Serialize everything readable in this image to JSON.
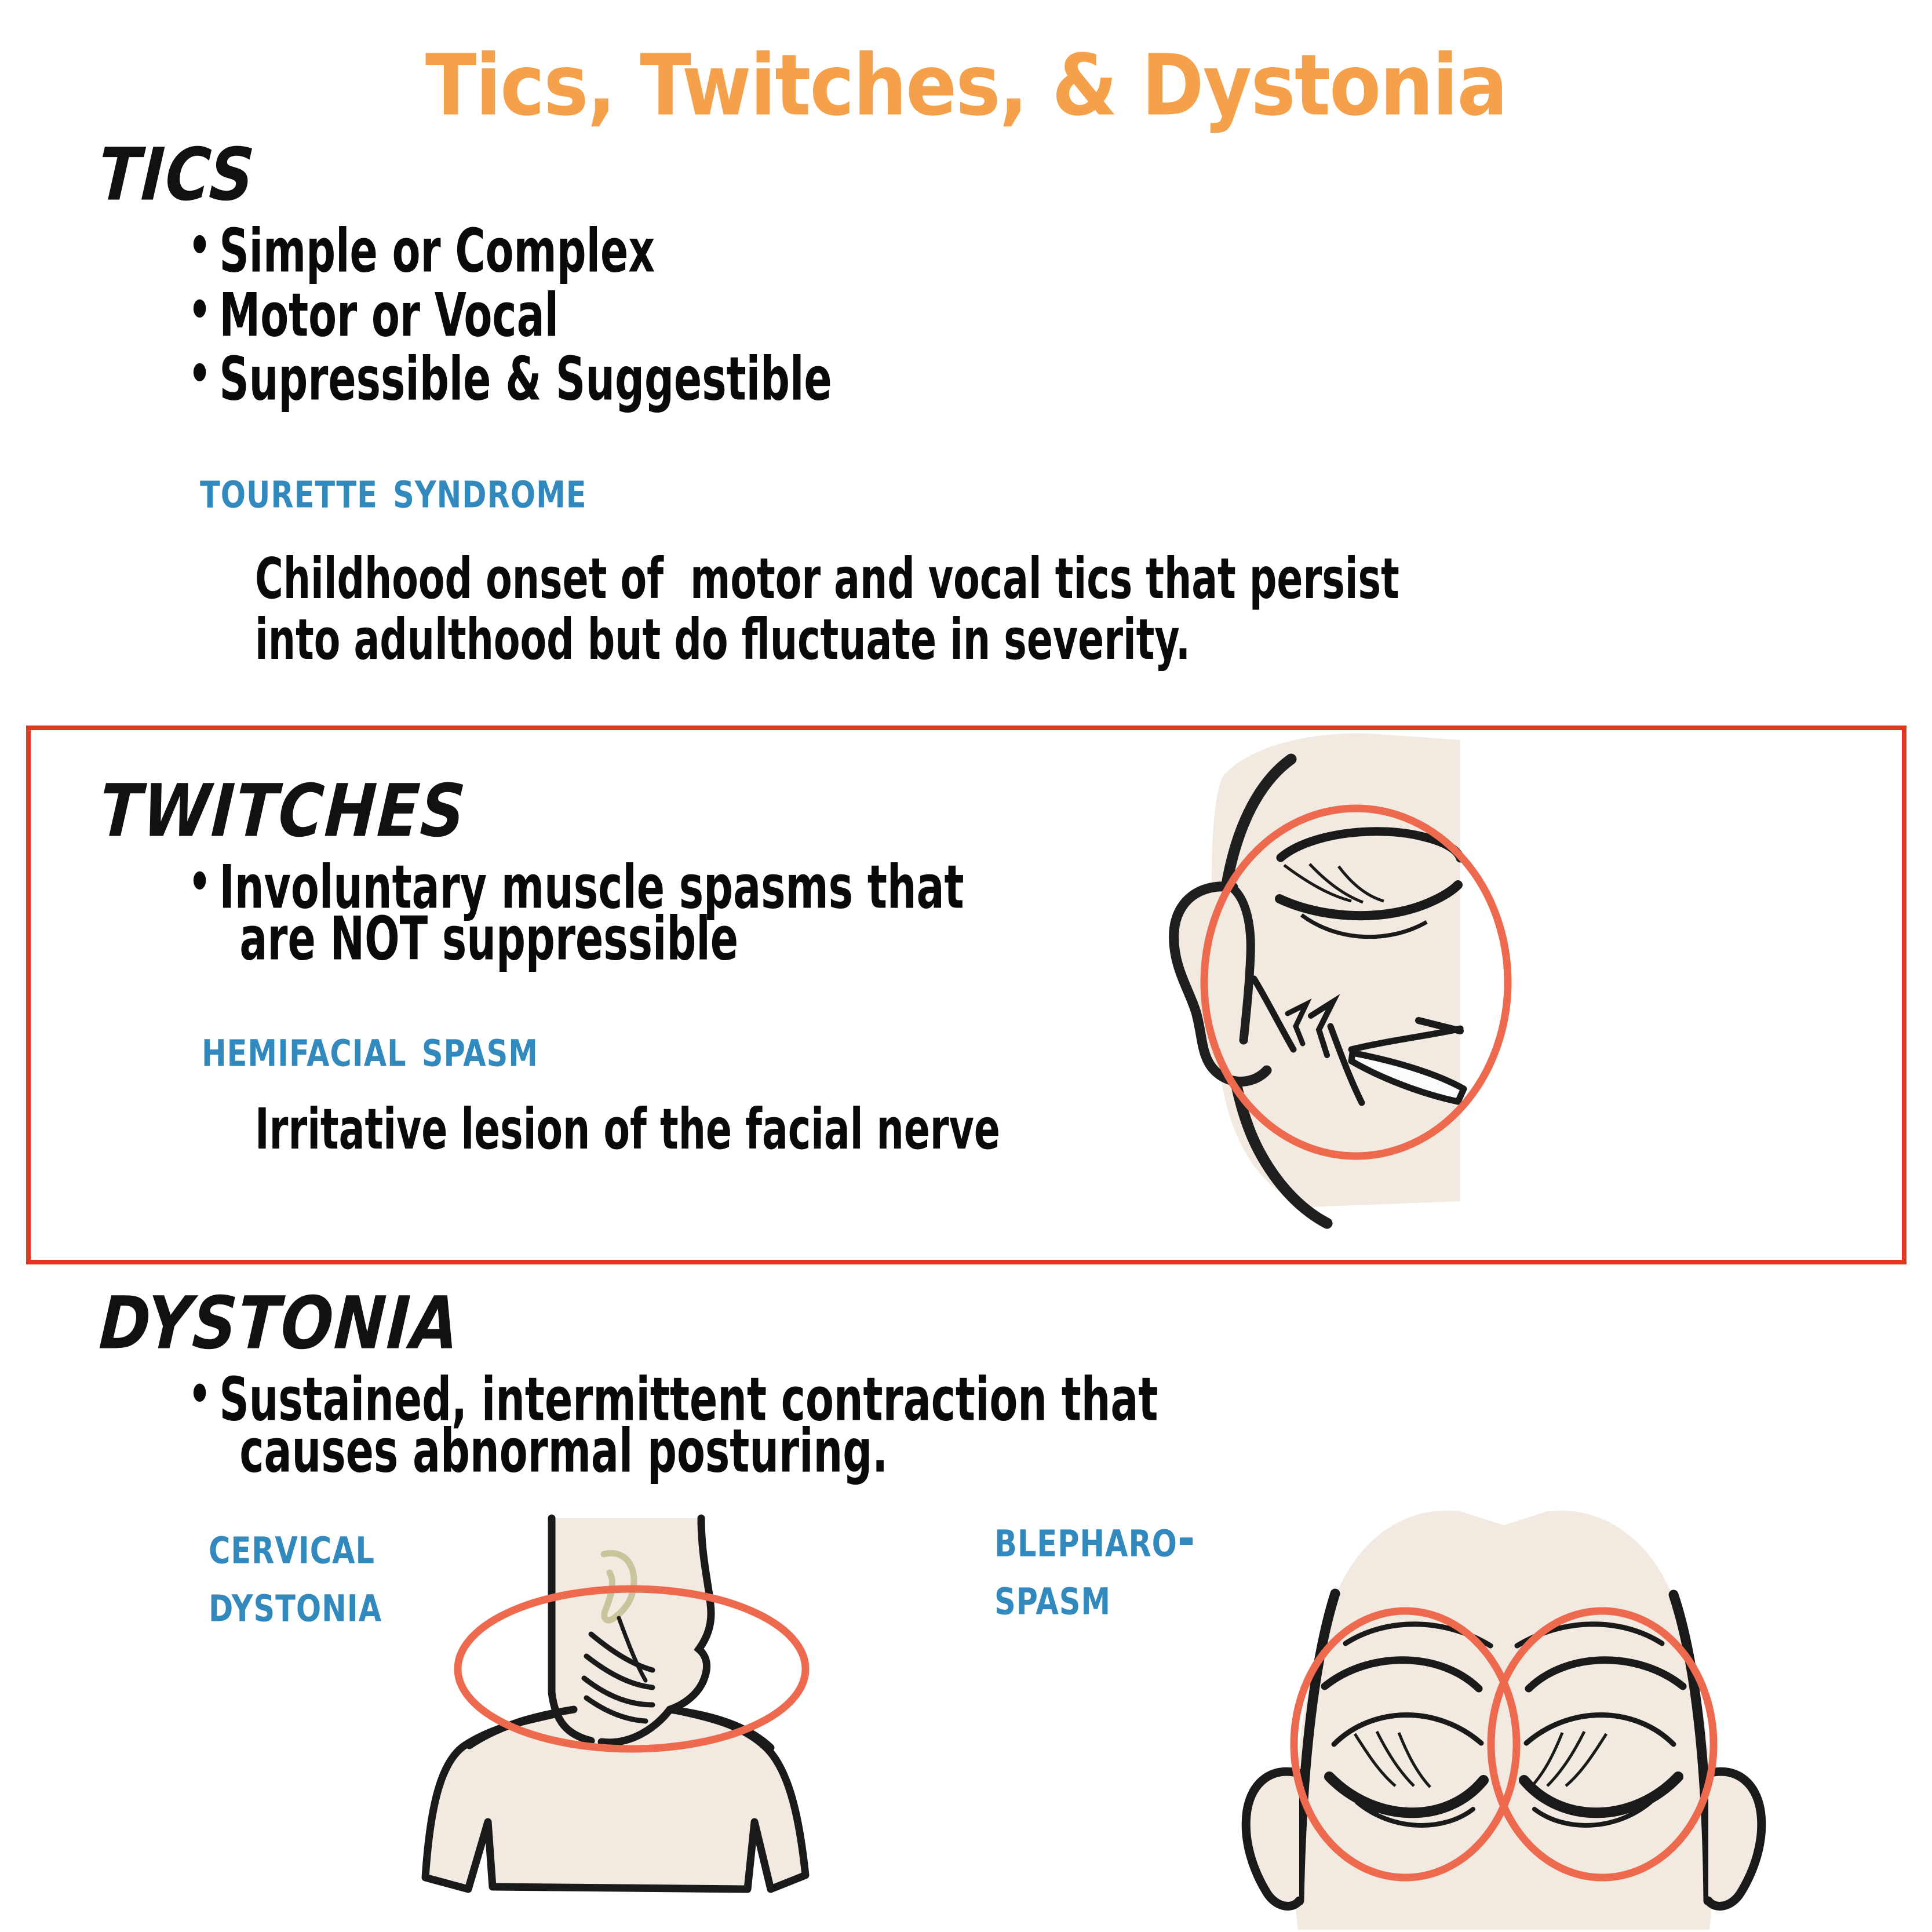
{
  "title": "Tics, Twitches, & Dystonia",
  "colors": {
    "title_orange": "#F5A04A",
    "heading_blue": "#3289BD",
    "box_red": "#DC3A20",
    "circle_coral": "#EE6A4E",
    "skin": "#F2EAE0",
    "ink": "#1A1A1A",
    "ear_inner": "#C9C49B"
  },
  "sections": {
    "tics": {
      "heading": "TICS",
      "bullets": [
        "Simple or Complex",
        "Motor or Vocal",
        "Supressible & Suggestible"
      ],
      "subheading": "Tourette syndrome",
      "body_lines": [
        "Childhood onset of  motor and vocal tics that persist",
        "into adulthood but do fluctuate in severity."
      ]
    },
    "twitches": {
      "heading": "TWITCHES",
      "bullets": [
        "Involuntary muscle spasms that",
        "are NOT suppressible"
      ],
      "subheading": "Hemifacial spasm",
      "body_lines": [
        "Irritative lesion of the facial nerve"
      ],
      "illustration_name": "hemifacial-spasm-face"
    },
    "dystonia": {
      "heading": "DYSTONIA",
      "bullets": [
        "Sustained, intermittent contraction that",
        "causes abnormal posturing."
      ],
      "items": [
        {
          "label_lines": [
            "Cervical",
            "dystonia"
          ],
          "illustration_name": "cervical-dystonia-neck"
        },
        {
          "label_lines": [
            "Blepharo-",
            "spasm"
          ],
          "illustration_name": "blepharospasm-eyes"
        }
      ]
    }
  }
}
